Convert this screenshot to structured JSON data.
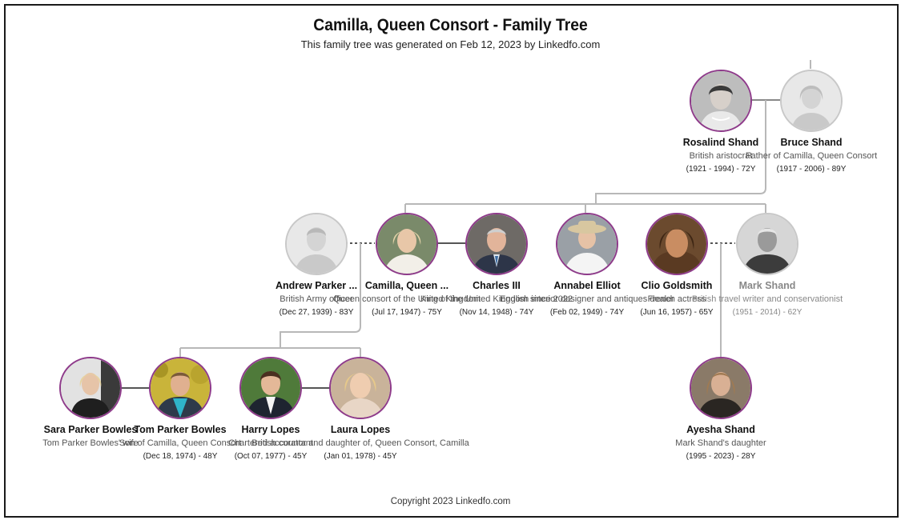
{
  "header": {
    "title": "Camilla, Queen Consort - Family Tree",
    "subtitle": "This family tree was generated on Feb 12, 2023 by Linkedfo.com"
  },
  "footer": {
    "copyright": "Copyright 2023 Linkedfo.com"
  },
  "colors": {
    "accent_border": "#8e3a8a",
    "line": "#b8b8b8",
    "placeholder": "#c8c8c8"
  },
  "people": {
    "rosalind": {
      "name": "Rosalind Shand",
      "role": "British aristocrat",
      "dates": "(1921 - 1994) - 72Y"
    },
    "bruce": {
      "name": "Bruce Shand",
      "role": "Father of Camilla, Queen Consort",
      "dates": "(1917 - 2006) - 89Y"
    },
    "andrew": {
      "name": "Andrew Parker ...",
      "role": "British Army officer",
      "dates": "(Dec 27, 1939) - 83Y"
    },
    "camilla": {
      "name": "Camilla, Queen ...",
      "role": "Queen consort of the United Kingdom",
      "dates": "(Jul 17, 1947) - 75Y"
    },
    "charles": {
      "name": "Charles III",
      "role": "King of the United Kingdom since 2022",
      "dates": "(Nov 14, 1948) - 74Y"
    },
    "annabel": {
      "name": "Annabel Elliot",
      "role": "English interior designer and antiques dealer",
      "dates": "(Feb 02, 1949) - 74Y"
    },
    "clio": {
      "name": "Clio Goldsmith",
      "role": "French actress",
      "dates": "(Jun 16, 1957) - 65Y"
    },
    "mark": {
      "name": "Mark Shand",
      "role": "British travel writer and conservationist",
      "dates": "(1951 - 2014) - 62Y"
    },
    "sara": {
      "name": "Sara Parker Bowles",
      "role": "Tom Parker Bowles' wife",
      "dates": ""
    },
    "tom": {
      "name": "Tom Parker Bowles",
      "role": "Son of Camilla, Queen Consort",
      "dates": "(Dec 18, 1974) - 48Y"
    },
    "harry": {
      "name": "Harry Lopes",
      "role": "Chartered accountant",
      "dates": "(Oct 07, 1977) - 45Y"
    },
    "laura": {
      "name": "Laura Lopes",
      "role": "British curator and daughter of, Queen Consort, Camilla",
      "dates": "(Jan 01, 1978) - 45Y"
    },
    "ayesha": {
      "name": "Ayesha Shand",
      "role": "Mark Shand's daughter",
      "dates": "(1995 - 2023) - 28Y"
    }
  }
}
